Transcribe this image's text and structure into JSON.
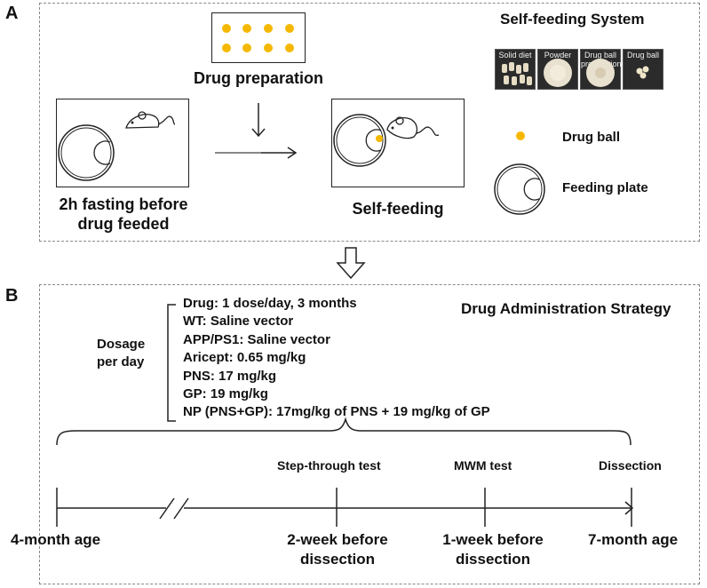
{
  "panel_a": {
    "letter": "A",
    "system_title": "Self-feeding System",
    "drug_preparation_label": "Drug preparation",
    "fasting_label_line1": "2h fasting before",
    "fasting_label_line2": "drug feeded",
    "self_feeding_label": "Self-feeding",
    "photos": [
      {
        "caption": "Solid diet"
      },
      {
        "caption": "Powder diet"
      },
      {
        "caption": "Drug ball preparation"
      },
      {
        "caption": "Drug ball"
      }
    ],
    "legend": {
      "drug_ball": "Drug ball",
      "feeding_plate": "Feeding plate"
    }
  },
  "panel_b": {
    "letter": "B",
    "strategy_title": "Drug Administration Strategy",
    "dosage_label_line1": "Dosage",
    "dosage_label_line2": "per day",
    "dosage_lines": [
      "Drug: 1 dose/day, 3 months",
      "WT: Saline vector",
      "APP/PS1: Saline vector",
      "Aricept: 0.65 mg/kg",
      "PNS: 17 mg/kg",
      "GP: 19 mg/kg",
      "NP (PNS+GP): 17mg/kg of PNS + 19 mg/kg of GP"
    ],
    "timeline": {
      "top_labels": {
        "step_through": "Step-through test",
        "mwm": "MWM test",
        "dissection": "Dissection"
      },
      "bottom_labels": {
        "start": "4-month age",
        "two_week_l1": "2-week before",
        "two_week_l2": "dissection",
        "one_week_l1": "1-week before",
        "one_week_l2": "dissection",
        "end": "7-month age"
      }
    }
  },
  "colors": {
    "drug_ball": "#f5b800",
    "border_dash": "#888888",
    "line": "#333333"
  }
}
